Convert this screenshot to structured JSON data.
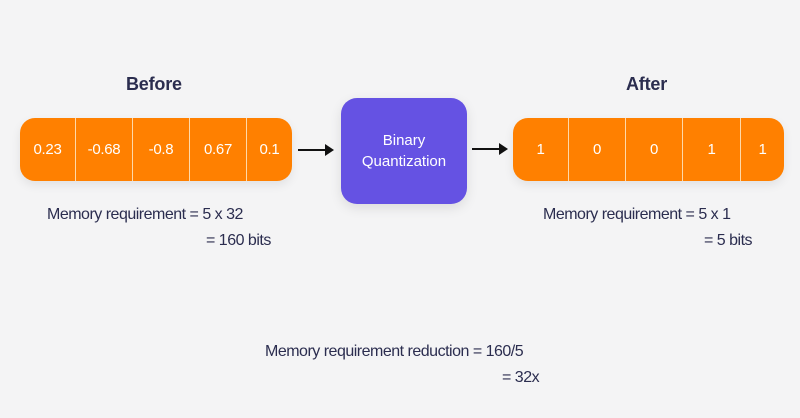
{
  "before": {
    "title": "Before",
    "values": [
      "0.23",
      "-0.68",
      "-0.8",
      "0.67",
      "0.1"
    ],
    "memory_line1": "Memory requirement = 5 x 32",
    "memory_line2": "= 160 bits"
  },
  "process": {
    "line1": "Binary",
    "line2": "Quantization"
  },
  "after": {
    "title": "After",
    "values": [
      "1",
      "0",
      "0",
      "1",
      "1"
    ],
    "memory_line1": "Memory requirement = 5 x 1",
    "memory_line2": "= 5 bits"
  },
  "reduction": {
    "line1": "Memory requirement reduction = 160/5",
    "line2": "= 32x"
  },
  "colors": {
    "vector_fill": "#ff8000",
    "process_fill": "#6552e3",
    "text_dark": "#2b2d4f",
    "background": "#f4f4f5"
  }
}
